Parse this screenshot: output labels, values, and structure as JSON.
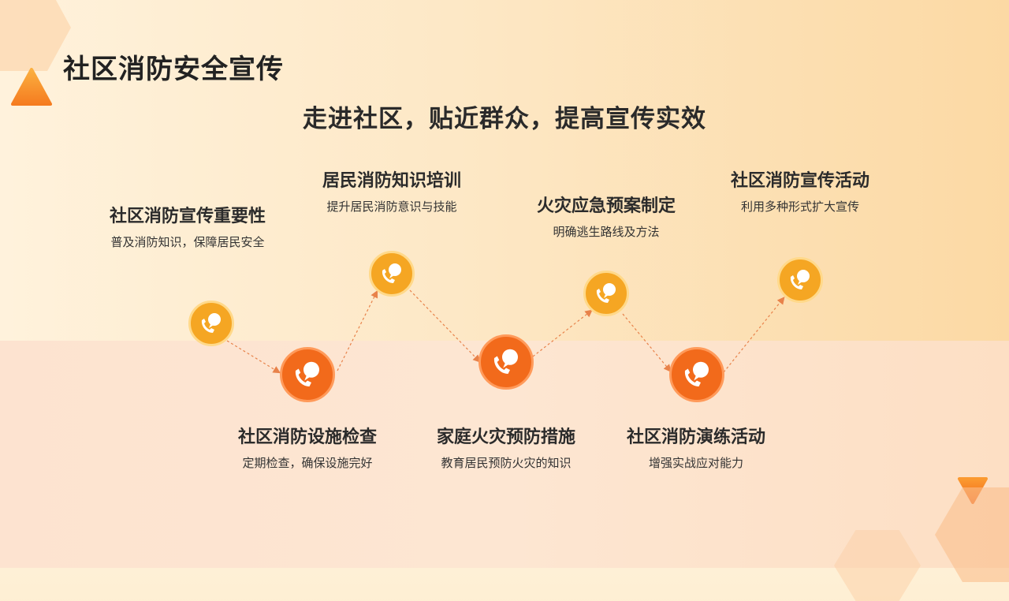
{
  "page": {
    "title": "社区消防安全宣传",
    "subtitle": "走进社区，贴近群众，提高宣传实效"
  },
  "items": [
    {
      "title": "社区消防宣传重要性",
      "desc": "普及消防知识，保障居民安全"
    },
    {
      "title": "社区消防设施检查",
      "desc": "定期检查，确保设施完好"
    },
    {
      "title": "居民消防知识培训",
      "desc": "提升居民消防意识与技能"
    },
    {
      "title": "家庭火灾预防措施",
      "desc": "教育居民预防火灾的知识"
    },
    {
      "title": "火灾应急预案制定",
      "desc": "明确逃生路线及方法"
    },
    {
      "title": "社区消防演练活动",
      "desc": "增强实战应对能力"
    },
    {
      "title": "社区消防宣传活动",
      "desc": "利用多种形式扩大宣传"
    }
  ],
  "icons": {
    "node_icon": "phone-chat-icon"
  },
  "colors": {
    "accent_orange": "#f5a623",
    "accent_red_orange": "#f26a1b",
    "connector": "#e8824a"
  }
}
